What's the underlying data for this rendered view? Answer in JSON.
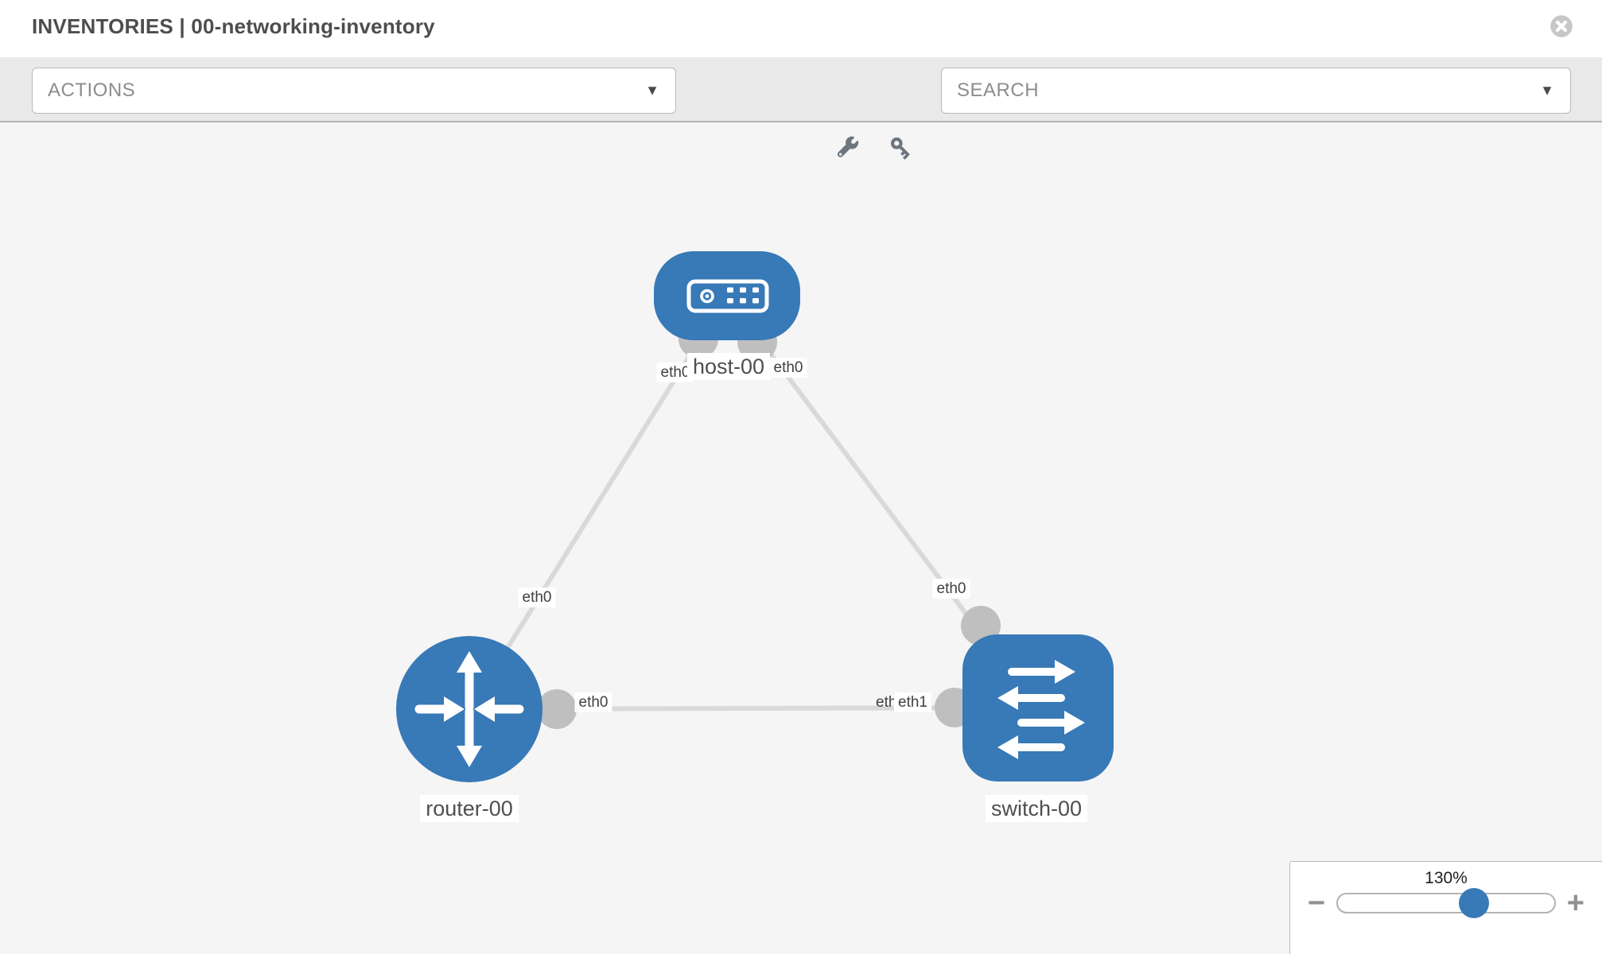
{
  "header": {
    "title": "INVENTORIES | 00-networking-inventory",
    "close_icon": "circle-x-icon"
  },
  "toolbar": {
    "actions": {
      "label": "ACTIONS",
      "caret": "▼"
    },
    "search": {
      "label": "SEARCH",
      "caret": "▼"
    },
    "icons": [
      "wrench-icon",
      "key-icon"
    ]
  },
  "topology": {
    "nodes": [
      {
        "id": "host-00",
        "type": "host",
        "label": "host-00"
      },
      {
        "id": "router-00",
        "type": "router",
        "label": "router-00"
      },
      {
        "id": "switch-00",
        "type": "switch",
        "label": "switch-00"
      }
    ],
    "links": [
      {
        "from": "host-00",
        "to": "router-00",
        "from_if": "eth0",
        "to_if": "eth0"
      },
      {
        "from": "host-00",
        "to": "switch-00",
        "from_if": "eth0",
        "to_if": "eth0"
      },
      {
        "from": "router-00",
        "to": "switch-00",
        "from_if": "eth0",
        "to_if": "eth1"
      }
    ],
    "labels": {
      "host": "host-00",
      "router": "router-00",
      "switch": "switch-00",
      "host_if_left": "eth0",
      "host_if_right": "eth0",
      "router_diag_if": "eth0",
      "switch_diag_if": "eth0",
      "mid_left_if": "eth0",
      "mid_right_back_if": "eth0",
      "mid_right_front_if": "eth1"
    }
  },
  "zoom_panel": {
    "level": "130%",
    "minus_label": "−",
    "plus_label": "+"
  },
  "colors": {
    "node_blue": "#3879b7",
    "link_gray": "#d9d9d9",
    "interface_gray": "#bfbfbf",
    "toolbar_bg": "#e9e9e9",
    "canvas_bg": "#f5f5f5",
    "icon_gray": "#6d7680",
    "label_text": "#4f4f4f"
  }
}
